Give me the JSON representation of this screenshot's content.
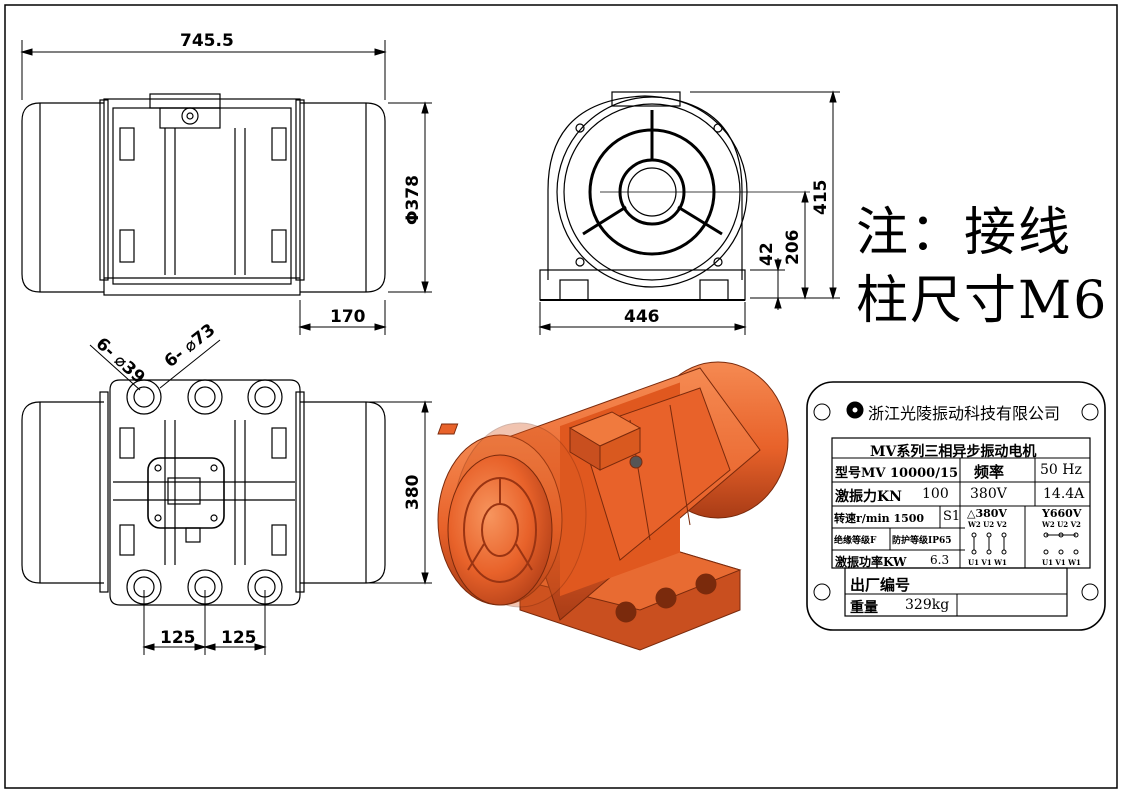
{
  "dimensions": {
    "overall_length": "745.5",
    "diameter": "Φ378",
    "end_offset": "170",
    "height": "415",
    "axis_height": "206",
    "base_thickness": "42",
    "base_width": "446",
    "hole_small": "6- ⌀39",
    "hole_large": "6- ⌀73",
    "base_depth": "380",
    "hole_pitch_1": "125",
    "hole_pitch_2": "125"
  },
  "note": {
    "line1": "注：接线",
    "line2": "柱尺寸M6"
  },
  "nameplate": {
    "company": "浙江光陵振动科技有限公司",
    "title": "MV系列三相异步振动电机",
    "model_label": "型号MV 10000/15",
    "freq_label": "频率",
    "freq_value": "50 Hz",
    "force_label": "激振力KN",
    "force_value": "100",
    "voltage1": "380V",
    "current": "14.4A",
    "speed_label": "转速r/min 1500",
    "duty": "S1",
    "delta_label": "△380V",
    "star_label": "Y660V",
    "insulation": "绝缘等级F",
    "protection": "防护等级IP65",
    "power_label": "激振功率KW",
    "power_value": "6.3",
    "terminals_top": "W2 U2 V2",
    "terminals_bottom": "U1 V1 W1",
    "serial_label": "出厂编号",
    "weight_label": "重量",
    "weight_value": "329kg"
  },
  "colors": {
    "motor_body": "#e8622a",
    "motor_shadow": "#b8431a",
    "motor_highlight": "#f58a52"
  }
}
